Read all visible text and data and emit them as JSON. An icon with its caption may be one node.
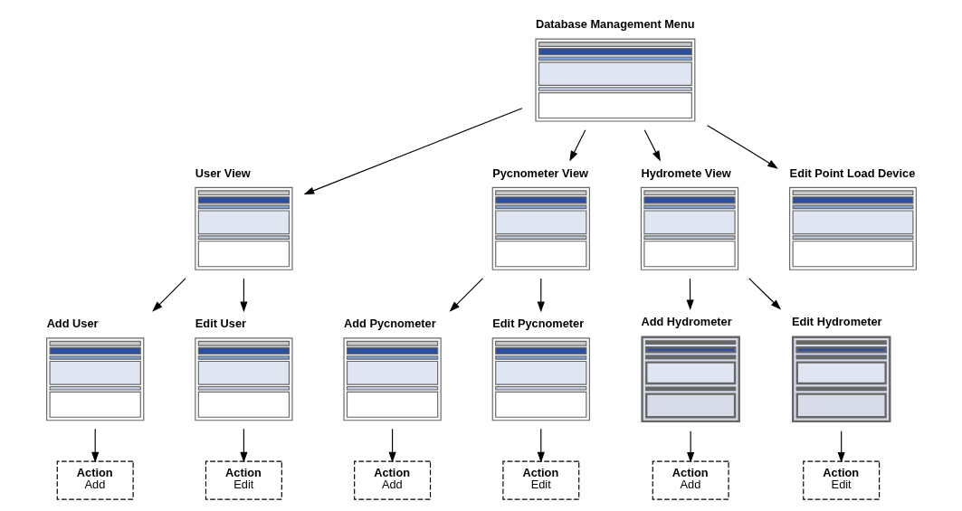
{
  "diagram": {
    "nodes": [
      {
        "text": [],
        "shape": "picture",
        "beside": [
          "Database Management Menu"
        ]
      },
      {
        "text": [],
        "shape": "picture",
        "beside": [
          "User View"
        ]
      },
      {
        "text": [],
        "shape": "picture",
        "beside": [
          "Pycnometer View"
        ]
      },
      {
        "text": [],
        "shape": "picture",
        "beside": [
          "Hydromete View"
        ]
      },
      {
        "text": [],
        "shape": "picture",
        "beside": [
          "Edit Point Load Device"
        ]
      },
      {
        "text": [],
        "shape": "picture",
        "beside": [
          "Add User"
        ]
      },
      {
        "text": [],
        "shape": "picture",
        "beside": [
          "Edit User"
        ]
      },
      {
        "text": [],
        "shape": "picture",
        "beside": [
          "Add Pycnometer"
        ]
      },
      {
        "text": [],
        "shape": "picture",
        "beside": [
          "Edit Pycnometer"
        ]
      },
      {
        "text": [],
        "shape": "picture",
        "beside": [
          "Add Hydrometer"
        ]
      },
      {
        "text": [],
        "shape": "picture",
        "beside": [
          "Edit Hydrometer"
        ]
      },
      {
        "text": [
          "Action",
          "Add"
        ]
      },
      {
        "text": [
          "Action",
          "Edit"
        ]
      },
      {
        "text": [
          "Action",
          "Add"
        ]
      },
      {
        "text": [
          "Action",
          "Edit"
        ]
      },
      {
        "text": [
          "Action",
          "Add"
        ]
      },
      {
        "text": [
          "Action",
          "Edit"
        ]
      }
    ],
    "edges": [
      {
        "from": 0,
        "to": 1,
        "arrow": "to"
      },
      {
        "from": 0,
        "to": 2,
        "arrow": "to"
      },
      {
        "from": 0,
        "to": 3,
        "arrow": "to"
      },
      {
        "from": 0,
        "to": 4,
        "arrow": "to"
      },
      {
        "from": 1,
        "to": 5,
        "arrow": "to"
      },
      {
        "from": 1,
        "to": 6,
        "arrow": "to"
      },
      {
        "from": 2,
        "to": 7,
        "arrow": "to"
      },
      {
        "from": 2,
        "to": 8,
        "arrow": "to"
      },
      {
        "from": 3,
        "to": 9,
        "arrow": "to"
      },
      {
        "from": 3,
        "to": 10,
        "arrow": "to"
      },
      {
        "from": 5,
        "to": 11,
        "arrow": "to"
      },
      {
        "from": 6,
        "to": 12,
        "arrow": "to"
      },
      {
        "from": 7,
        "to": 13,
        "arrow": "to"
      },
      {
        "from": 8,
        "to": 14,
        "arrow": "to"
      },
      {
        "from": 9,
        "to": 15,
        "arrow": "to"
      },
      {
        "from": 10,
        "to": 16,
        "arrow": "to"
      }
    ]
  }
}
